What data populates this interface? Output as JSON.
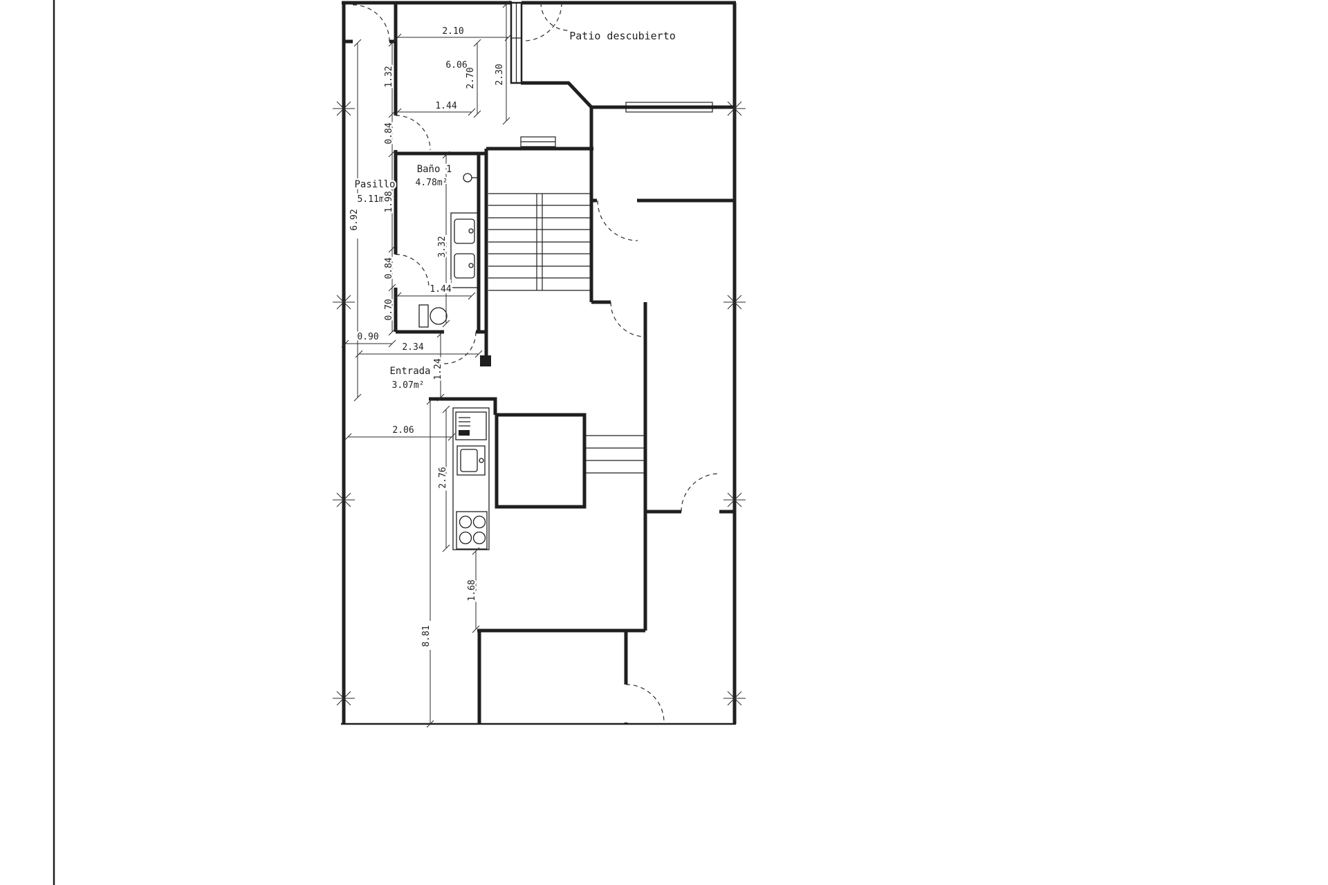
{
  "drawing": {
    "kind": "architectural floor plan",
    "ink_color": "#1f1f1f",
    "background": "#ffffff"
  },
  "rooms": {
    "patio": {
      "label": "Patio descubierto"
    },
    "bano": {
      "label": "Baño 1",
      "area": "4.78m²"
    },
    "pasillo": {
      "label": "Pasillo",
      "area": "5.11m²"
    },
    "entrada": {
      "label": "Entrada",
      "area": "3.07m²"
    }
  },
  "dims": {
    "top_opening": "2.10",
    "top_room_total": "6.06",
    "top_door": "1.44",
    "left_seg_1": "1.32",
    "top_room_height": "2.70",
    "shaft_height": "2.30",
    "left_seg_2": "0.84",
    "bano_left": "1.98",
    "pasillo_length": "6.92",
    "bano_counter": "3.32",
    "left_seg_3": "0.84",
    "bano_door": "1.44",
    "left_seg_4": "0.70",
    "pasillo_width": "0.90",
    "entrada_width": "2.34",
    "entrada_door": "1.24",
    "kitchen_offset": "2.06",
    "kitchen_counter": "2.76",
    "dining_seg": "1.68",
    "lower_length": "8.81"
  }
}
